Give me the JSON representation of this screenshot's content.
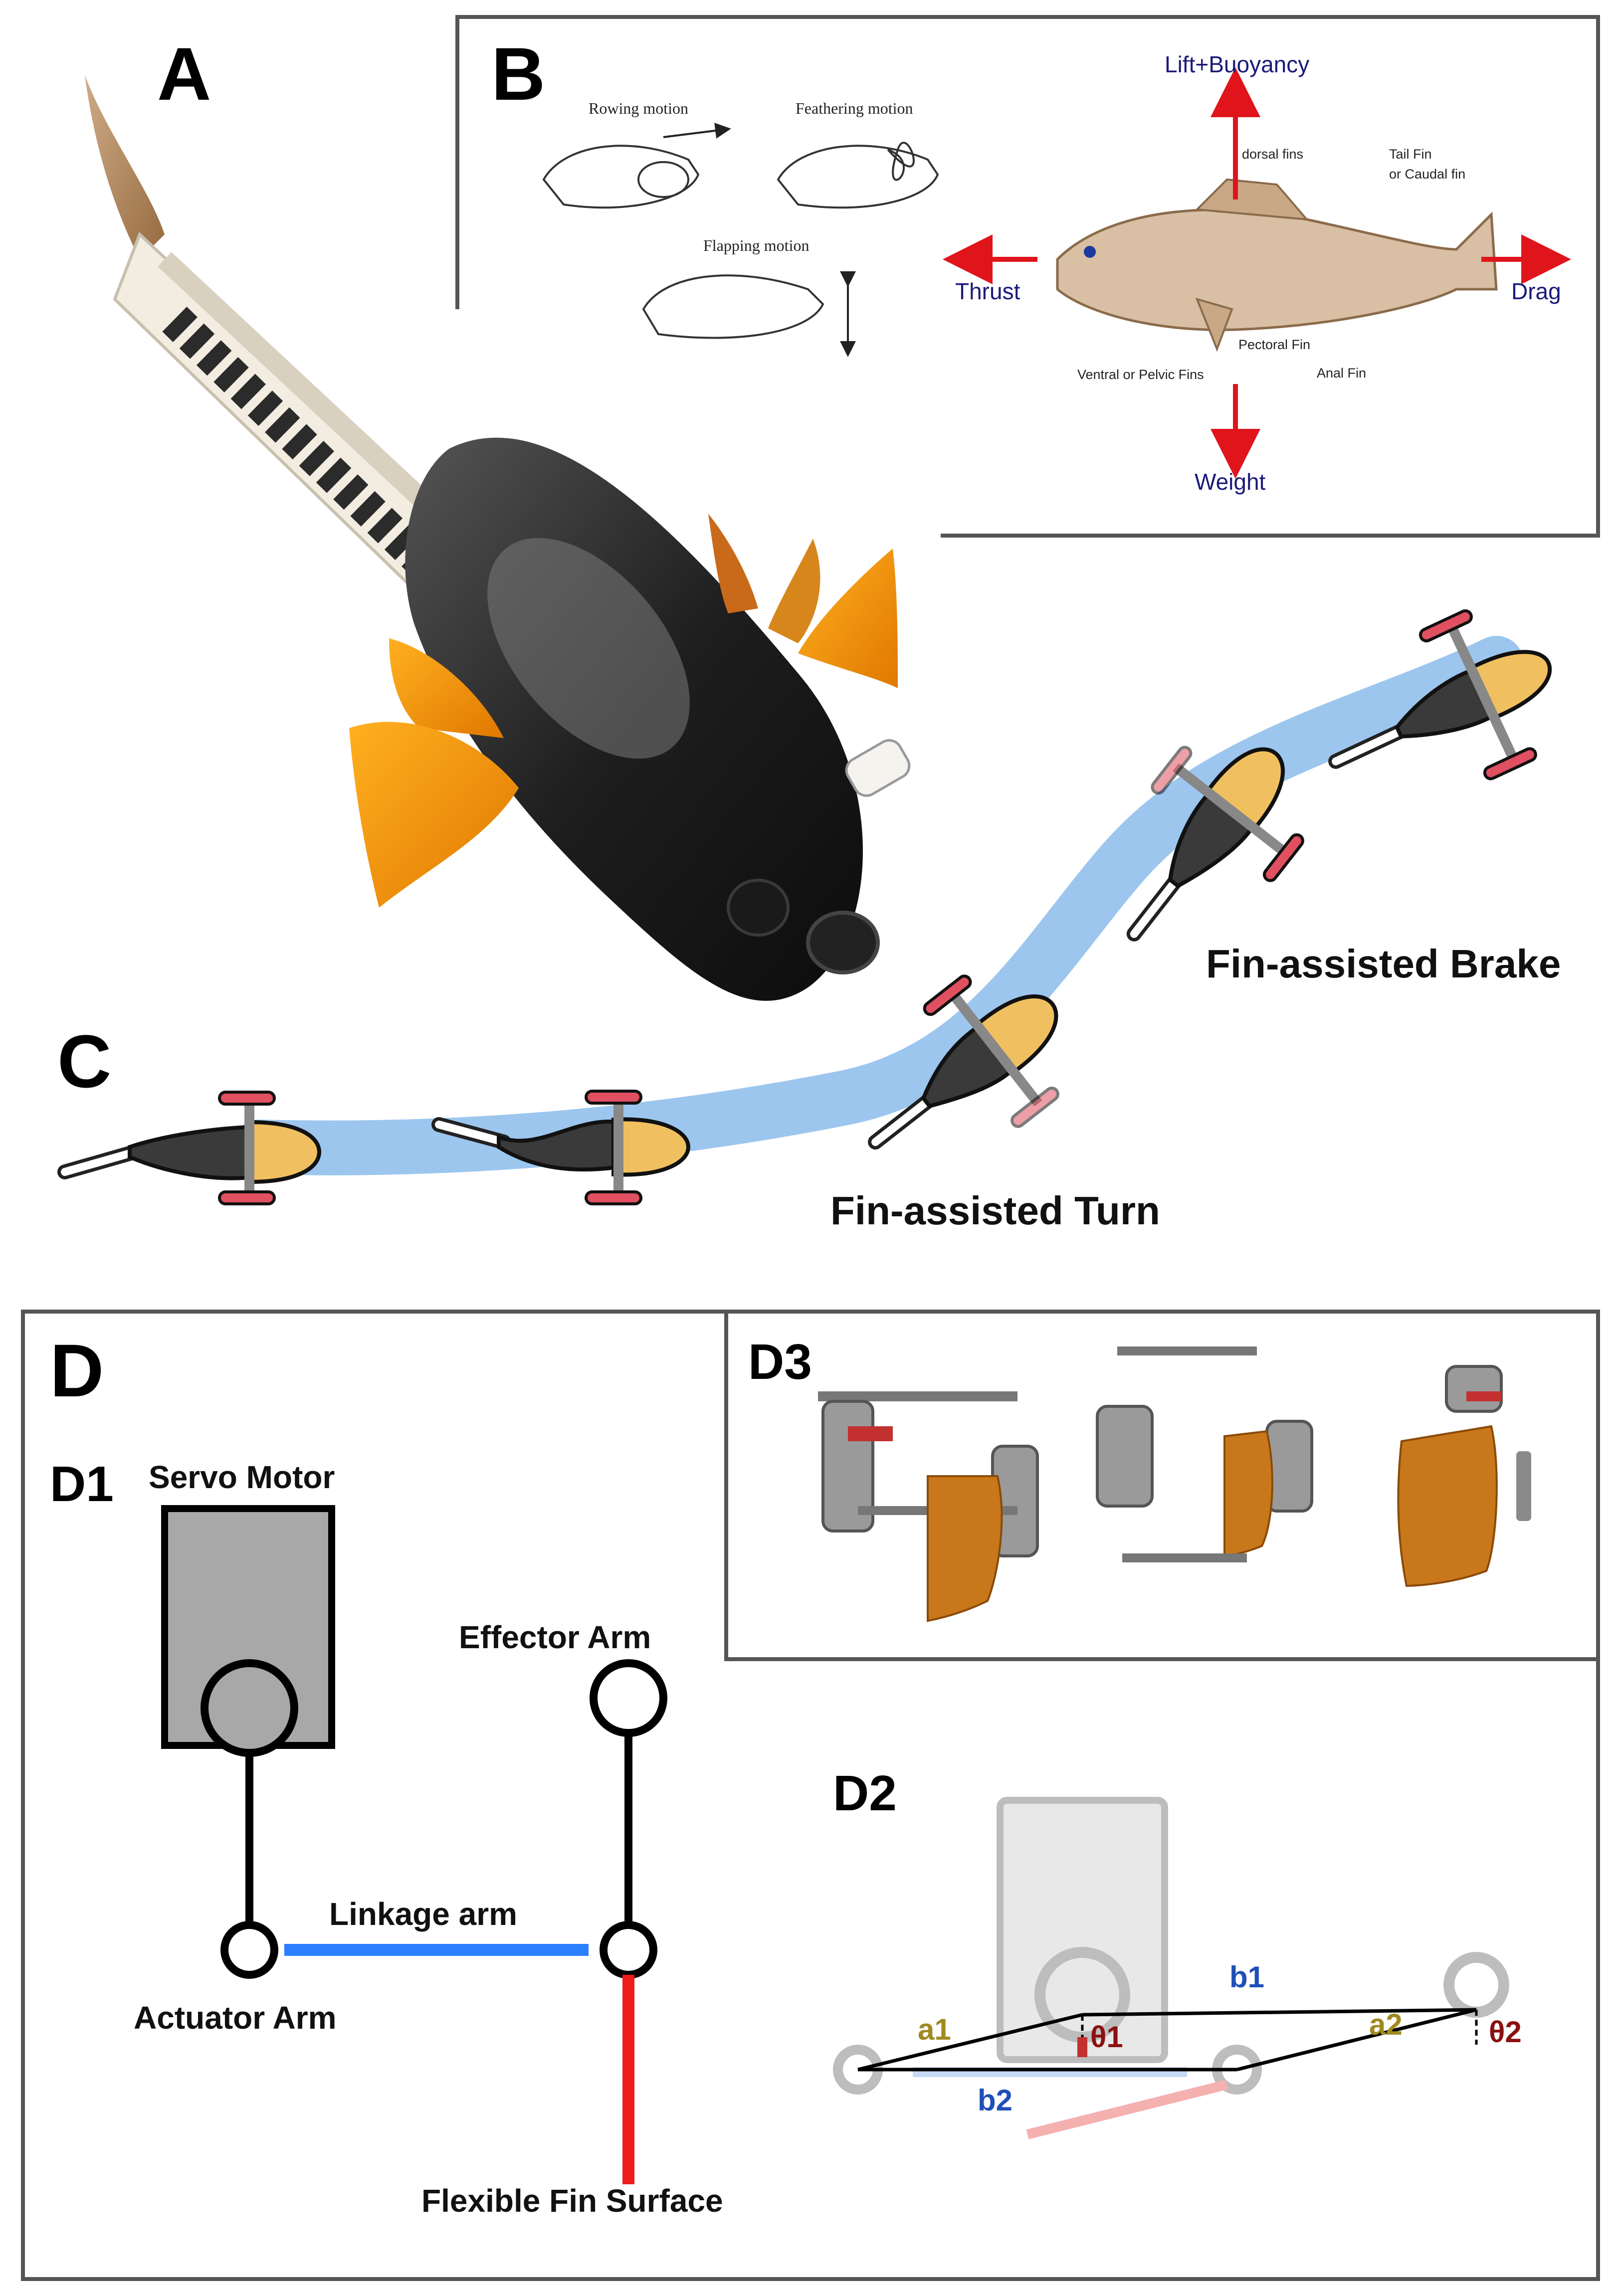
{
  "panels": {
    "a": {
      "letter": "A"
    },
    "b": {
      "letter": "B",
      "motions": {
        "rowing": "Rowing motion",
        "feathering": "Feathering motion",
        "flapping": "Flapping motion"
      },
      "forces": {
        "lift": "Lift+Buoyancy",
        "thrust": "Thrust",
        "drag": "Drag",
        "weight": "Weight"
      },
      "anatomy": {
        "dorsal": "dorsal fins",
        "tail_line1": "Tail Fin",
        "tail_line2": "or Caudal fin",
        "pectoral": "Pectoral Fin",
        "ventral": "Ventral or Pelvic Fins",
        "anal": "Anal Fin"
      },
      "colors": {
        "force_arrow": "#e0141b",
        "force_text": "#1a1a7a",
        "fish_body": "#d9bfa3"
      }
    },
    "c": {
      "letter": "C",
      "turn_label": "Fin-assisted Turn",
      "brake_label": "Fin-assisted Brake",
      "colors": {
        "path": "#9cc6ee",
        "fish_head": "#f0c060",
        "fish_body": "#3a3a3a",
        "fin": "#e05060"
      }
    },
    "d": {
      "letter": "D",
      "d1": {
        "title": "D1",
        "servo_label": "Servo Motor",
        "effector_label": "Effector Arm",
        "linkage_label": "Linkage arm",
        "actuator_label": "Actuator Arm",
        "fin_label": "Flexible Fin Surface",
        "colors": {
          "servo": "#a8a8a8",
          "linkage": "#2a7fff",
          "fin": "#ee1c1c"
        }
      },
      "d2": {
        "title": "D2",
        "a1": "a1",
        "a2": "a2",
        "b1": "b1",
        "b2": "b2",
        "theta1": "θ1",
        "theta2": "θ2",
        "colors": {
          "a": "#a08a20",
          "b": "#1f4fb8",
          "theta": "#8b1010"
        }
      },
      "d3": {
        "title": "D3"
      }
    }
  }
}
